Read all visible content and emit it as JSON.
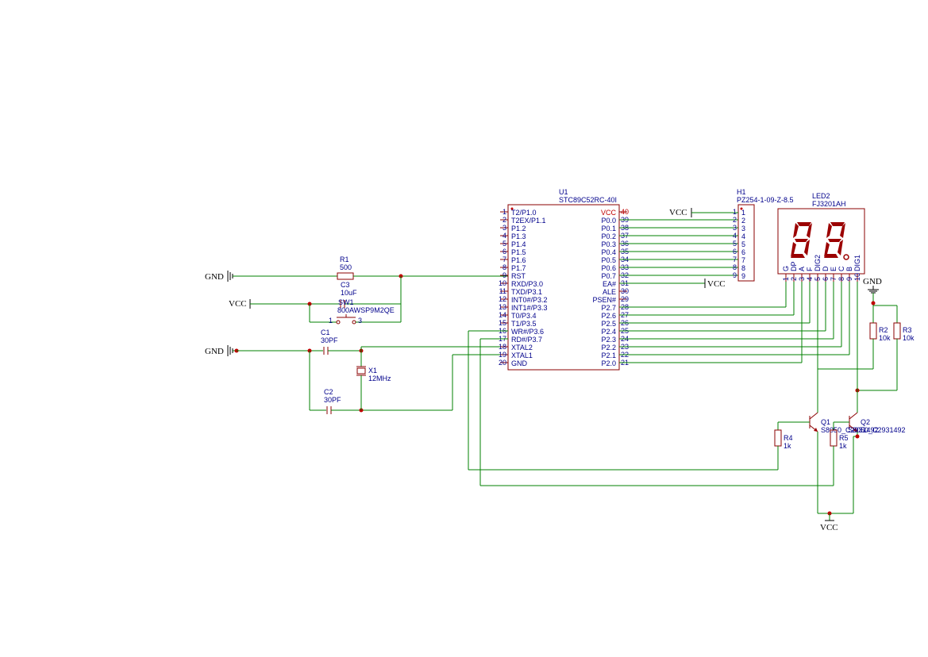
{
  "power": {
    "gnd_1": "GND",
    "gnd_2": "GND",
    "gnd_3": "GND",
    "vcc_1": "VCC",
    "vcc_2": "VCC",
    "vcc_3": "VCC",
    "vcc_4": "VCC"
  },
  "parts": {
    "r1": {
      "ref": "R1",
      "value": "500"
    },
    "c3": {
      "ref": "C3",
      "value": "10uF"
    },
    "sw1": {
      "ref": "SW1",
      "value": "800AWSP9M2QE",
      "pin1": "1",
      "pin3": "3"
    },
    "c1": {
      "ref": "C1",
      "value": "30PF"
    },
    "c2": {
      "ref": "C2",
      "value": "30PF"
    },
    "x1": {
      "ref": "X1",
      "value": "12MHz"
    },
    "u1": {
      "ref": "U1",
      "value": "STC89C52RC-40I"
    },
    "h1": {
      "ref": "H1",
      "value": "PZ254-1-09-Z-8.5"
    },
    "led2": {
      "ref": "LED2",
      "value": "FJ3201AH"
    },
    "r2": {
      "ref": "R2",
      "value": "10k"
    },
    "r3": {
      "ref": "R3",
      "value": "10k"
    },
    "r4": {
      "ref": "R4",
      "value": "1k"
    },
    "r5": {
      "ref": "R5",
      "value": "1k"
    },
    "q1": {
      "ref": "Q1",
      "value": "S8050_C2931492"
    },
    "q2": {
      "ref": "Q2",
      "value": "S8050_C2931492"
    }
  },
  "u1_left_pins": [
    {
      "num": "1",
      "name": "T2/P1.0"
    },
    {
      "num": "2",
      "name": "T2EX/P1.1"
    },
    {
      "num": "3",
      "name": "P1.2"
    },
    {
      "num": "4",
      "name": "P1.3"
    },
    {
      "num": "5",
      "name": "P1.4"
    },
    {
      "num": "6",
      "name": "P1.5"
    },
    {
      "num": "7",
      "name": "P1.6"
    },
    {
      "num": "8",
      "name": "P1.7"
    },
    {
      "num": "9",
      "name": "RST"
    },
    {
      "num": "10",
      "name": "RXD/P3.0"
    },
    {
      "num": "11",
      "name": "TXD/P3.1"
    },
    {
      "num": "12",
      "name": "INT0#/P3.2"
    },
    {
      "num": "13",
      "name": "INT1#/P3.3"
    },
    {
      "num": "14",
      "name": "T0/P3.4"
    },
    {
      "num": "15",
      "name": "T1/P3.5"
    },
    {
      "num": "16",
      "name": "WR#/P3.6"
    },
    {
      "num": "17",
      "name": "RD#/P3.7"
    },
    {
      "num": "18",
      "name": "XTAL2"
    },
    {
      "num": "19",
      "name": "XTAL1"
    },
    {
      "num": "20",
      "name": "GND"
    }
  ],
  "u1_right_pins": [
    {
      "num": "40",
      "name": "VCC"
    },
    {
      "num": "39",
      "name": "P0.0"
    },
    {
      "num": "38",
      "name": "P0.1"
    },
    {
      "num": "37",
      "name": "P0.2"
    },
    {
      "num": "36",
      "name": "P0.3"
    },
    {
      "num": "35",
      "name": "P0.4"
    },
    {
      "num": "34",
      "name": "P0.5"
    },
    {
      "num": "33",
      "name": "P0.6"
    },
    {
      "num": "32",
      "name": "P0.7"
    },
    {
      "num": "31",
      "name": "EA#"
    },
    {
      "num": "30",
      "name": "ALE"
    },
    {
      "num": "29",
      "name": "PSEN#"
    },
    {
      "num": "28",
      "name": "P2.7"
    },
    {
      "num": "27",
      "name": "P2.6"
    },
    {
      "num": "26",
      "name": "P2.5"
    },
    {
      "num": "25",
      "name": "P2.4"
    },
    {
      "num": "24",
      "name": "P2.3"
    },
    {
      "num": "23",
      "name": "P2.2"
    },
    {
      "num": "22",
      "name": "P2.1"
    },
    {
      "num": "21",
      "name": "P2.0"
    }
  ],
  "h1_pins_outer": [
    "1",
    "2",
    "3",
    "4",
    "5",
    "6",
    "7",
    "8",
    "9"
  ],
  "h1_pins_inner": [
    "1",
    "2",
    "3",
    "4",
    "5",
    "6",
    "7",
    "8",
    "9"
  ],
  "led_pins": [
    {
      "num": "1",
      "name": "G"
    },
    {
      "num": "2",
      "name": "DP"
    },
    {
      "num": "3",
      "name": "A"
    },
    {
      "num": "4",
      "name": "F"
    },
    {
      "num": "5",
      "name": "DIG2"
    },
    {
      "num": "6",
      "name": "D"
    },
    {
      "num": "7",
      "name": "E"
    },
    {
      "num": "8",
      "name": "C"
    },
    {
      "num": "9",
      "name": "B"
    },
    {
      "num": "10",
      "name": "DIG1"
    }
  ]
}
